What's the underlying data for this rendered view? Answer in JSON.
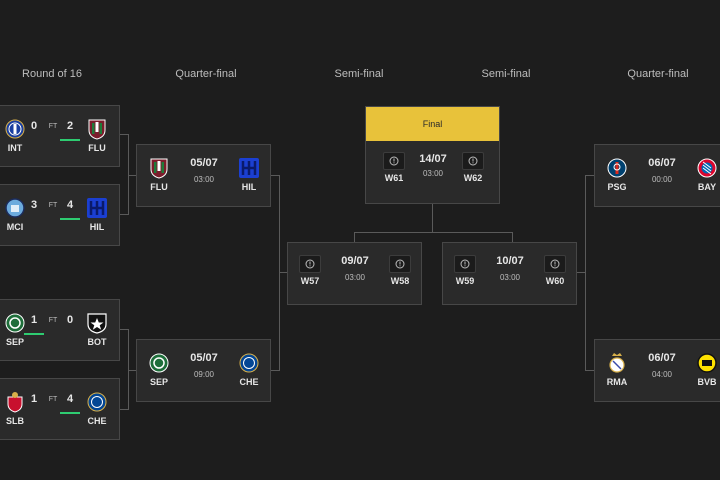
{
  "rounds": {
    "r16": "Round of 16",
    "qf_left": "Quarter-final",
    "sf_left": "Semi-final",
    "sf_right": "Semi-final",
    "qf_right": "Quarter-final"
  },
  "r16": [
    {
      "home": "INT",
      "away": "FLU",
      "home_score": "0",
      "away_score": "2",
      "status": "FT",
      "winner": "away"
    },
    {
      "home": "MCI",
      "away": "HIL",
      "home_score": "3",
      "away_score": "4",
      "status": "FT",
      "winner": "away"
    },
    {
      "home": "SEP",
      "away": "BOT",
      "home_score": "1",
      "away_score": "0",
      "status": "FT",
      "winner": "home"
    },
    {
      "home": "SLB",
      "away": "CHE",
      "home_score": "1",
      "away_score": "4",
      "status": "FT",
      "winner": "away"
    }
  ],
  "qf_left": [
    {
      "home": "FLU",
      "away": "HIL",
      "date": "05/07",
      "time": "03:00"
    },
    {
      "home": "SEP",
      "away": "CHE",
      "date": "05/07",
      "time": "09:00"
    }
  ],
  "sf_left": {
    "home": "W57",
    "away": "W58",
    "date": "09/07",
    "time": "03:00"
  },
  "final": {
    "label": "Final",
    "home": "W61",
    "away": "W62",
    "date": "14/07",
    "time": "03:00"
  },
  "sf_right": {
    "home": "W59",
    "away": "W60",
    "date": "10/07",
    "time": "03:00"
  },
  "qf_right": [
    {
      "home": "PSG",
      "away": "BAY",
      "date": "06/07",
      "time": "00:00"
    },
    {
      "home": "RMA",
      "away": "BVB",
      "date": "06/07",
      "time": "04:00"
    }
  ],
  "colors": {
    "final": "#e8c23a",
    "win": "#2ecc71",
    "card": "#2a2a2a",
    "background": "#1d1d1d"
  }
}
